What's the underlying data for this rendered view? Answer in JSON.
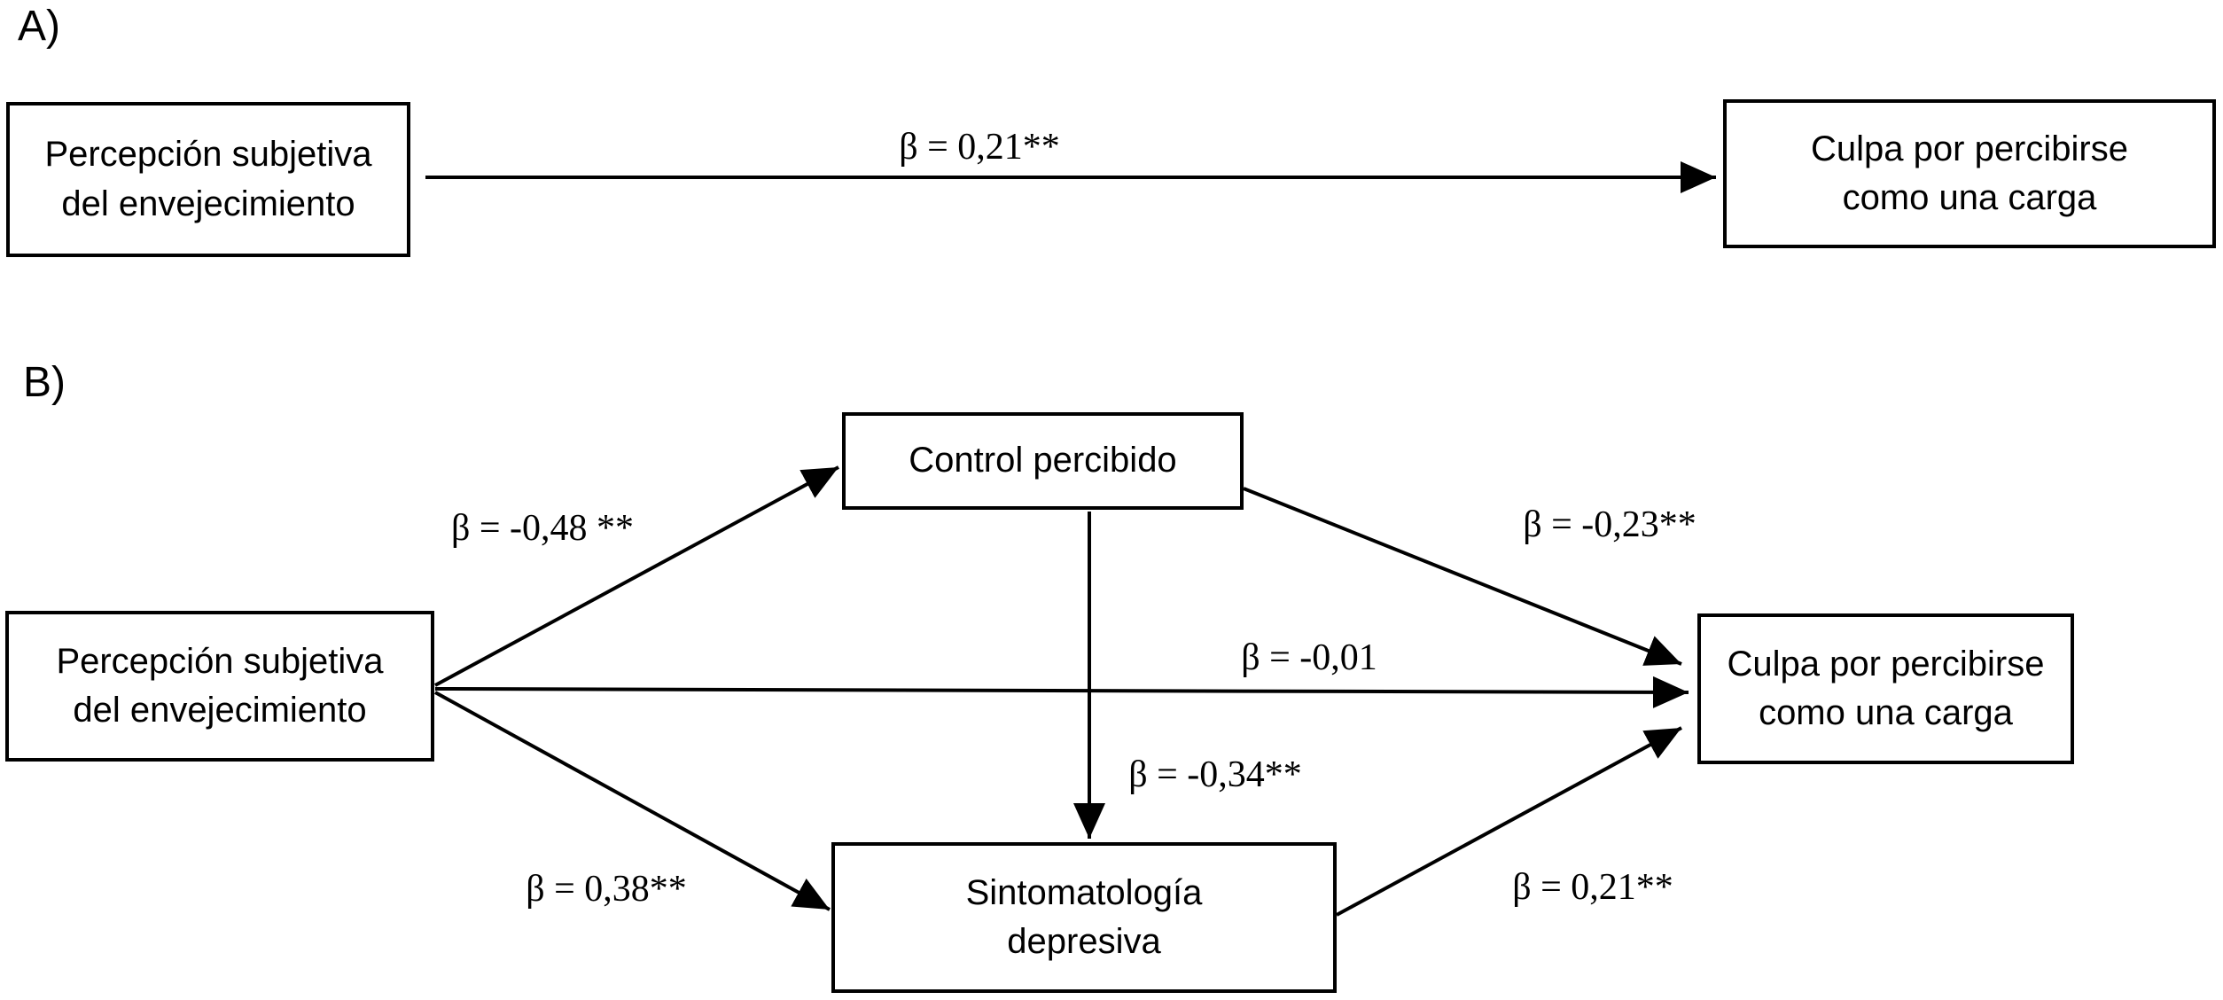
{
  "figure": {
    "background_color": "#ffffff",
    "line_color": "#000000",
    "text_color": "#000000",
    "panel_a": {
      "label": "A)",
      "predictor_label": "Percepción subjetiva\ndel envejecimiento",
      "outcome_label": "Culpa por percibirse\ncomo una carga",
      "coefficient": "β = 0,21**"
    },
    "panel_b": {
      "label": "B)",
      "predictor_label": "Percepción subjetiva\ndel envejecimiento",
      "control_label": "Control percibido",
      "symptoms_label": "Sintomatología\ndepresiva",
      "outcome_label": "Culpa por percibirse\ncomo una carga",
      "coefficients": {
        "predictor_to_control": "β = -0,48 **",
        "control_to_outcome": "β = -0,23**",
        "direct_effect": "β = -0,01",
        "control_to_symptoms": "β = -0,34**",
        "predictor_to_symptoms": "β = 0,38**",
        "symptoms_to_outcome": "β = 0,21**"
      }
    }
  }
}
